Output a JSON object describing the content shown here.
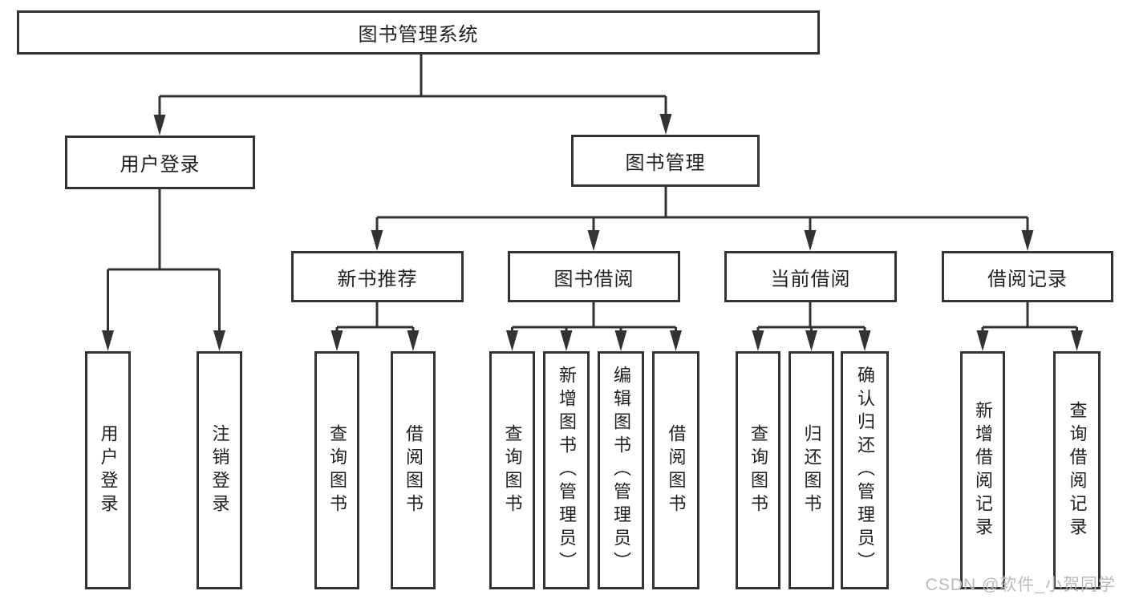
{
  "tree": {
    "root": {
      "label": "图书管理系统"
    },
    "branches": [
      {
        "label": "用户登录",
        "children": [
          "用户登录",
          "注销登录"
        ]
      },
      {
        "label": "图书管理",
        "groups": [
          {
            "label": "新书推荐",
            "children": [
              "查询图书",
              "借阅图书"
            ]
          },
          {
            "label": "图书借阅",
            "children": [
              "查询图书",
              "新增图书（管理员）",
              "编辑图书（管理员）",
              "借阅图书"
            ]
          },
          {
            "label": "当前借阅",
            "children": [
              "查询图书",
              "归还图书",
              "确认归还（管理员）"
            ]
          },
          {
            "label": "借阅记录",
            "children": [
              "新增借阅记录",
              "查询借阅记录"
            ]
          }
        ]
      }
    ]
  },
  "watermark": {
    "text": "CSDN @软件_小贺同学"
  },
  "colors": {
    "line": "#333333",
    "border": "#333333",
    "text": "#1f1f1f",
    "watermark": "#b9b9be",
    "background": "#ffffff"
  }
}
